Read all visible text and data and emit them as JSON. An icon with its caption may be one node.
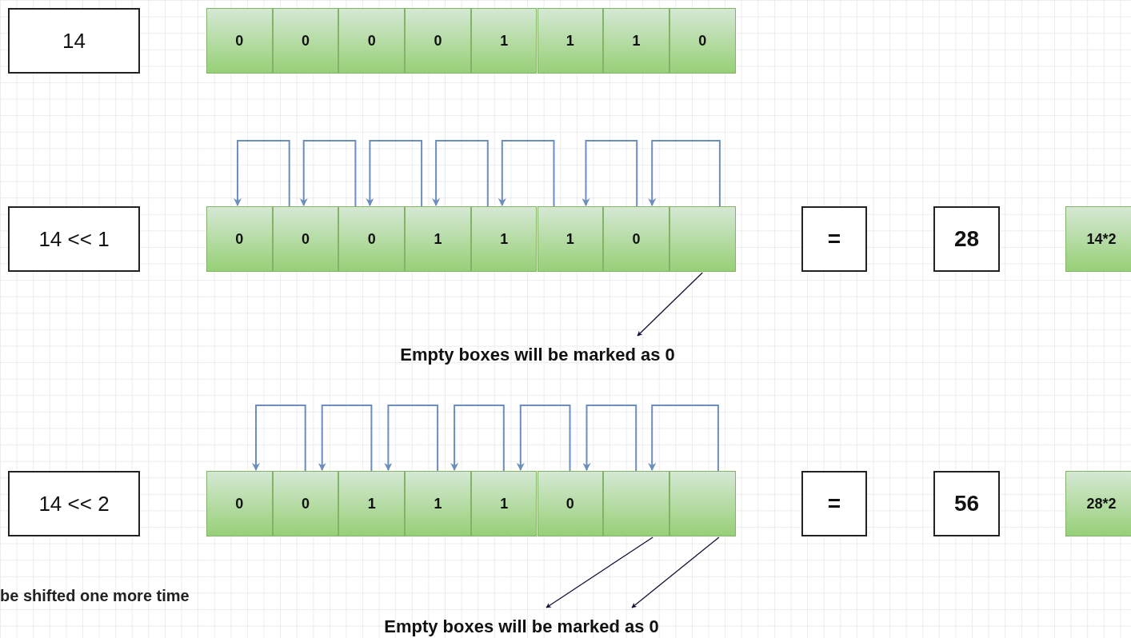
{
  "diagram": {
    "nodes": [
      {
        "text": [
          "14"
        ]
      },
      {
        "text": [
          "0"
        ]
      },
      {
        "text": [
          "0"
        ]
      },
      {
        "text": [
          "0"
        ]
      },
      {
        "text": [
          "0"
        ]
      },
      {
        "text": [
          "1"
        ]
      },
      {
        "text": [
          "1"
        ]
      },
      {
        "text": [
          "1"
        ]
      },
      {
        "text": [
          "0"
        ]
      },
      {
        "text": [
          "14 << 1"
        ]
      },
      {
        "text": [
          "0"
        ]
      },
      {
        "text": [
          "0"
        ]
      },
      {
        "text": [
          "0"
        ]
      },
      {
        "text": [
          "1"
        ]
      },
      {
        "text": [
          "1"
        ]
      },
      {
        "text": [
          "1"
        ]
      },
      {
        "text": [
          "0"
        ]
      },
      {
        "text": [],
        "shape": "box"
      },
      {
        "text": [
          "="
        ]
      },
      {
        "text": [
          "28"
        ]
      },
      {
        "text": [
          "14*2"
        ]
      },
      {
        "text": [
          "14 << 2"
        ]
      },
      {
        "text": [
          "0"
        ]
      },
      {
        "text": [
          "0"
        ]
      },
      {
        "text": [
          "1"
        ]
      },
      {
        "text": [
          "1"
        ]
      },
      {
        "text": [
          "1"
        ]
      },
      {
        "text": [
          "0"
        ]
      },
      {
        "text": [],
        "shape": "box"
      },
      {
        "text": [],
        "shape": "box"
      },
      {
        "text": [
          "="
        ]
      },
      {
        "text": [
          "56"
        ]
      },
      {
        "text": [
          "28*2"
        ]
      },
      {
        "text": [
          "Empty boxes will be marked as 0"
        ]
      },
      {
        "text": [
          "Empty boxes will be marked as 0"
        ]
      }
    ],
    "edges": [
      {
        "from": 11,
        "to": 10,
        "arrow": "to",
        "color": "#6c8ebf"
      },
      {
        "from": 12,
        "to": 11,
        "arrow": "to",
        "color": "#6c8ebf"
      },
      {
        "from": 13,
        "to": 12,
        "arrow": "to",
        "color": "#6c8ebf"
      },
      {
        "from": 14,
        "to": 13,
        "arrow": "to",
        "color": "#6c8ebf"
      },
      {
        "from": 15,
        "to": 14,
        "arrow": "to",
        "color": "#6c8ebf"
      },
      {
        "from": 16,
        "to": 15,
        "arrow": "to",
        "color": "#6c8ebf"
      },
      {
        "from": 17,
        "to": 16,
        "arrow": "to",
        "color": "#6c8ebf"
      },
      {
        "from": 17,
        "to": 33,
        "arrow": "to",
        "color": "#111133"
      },
      {
        "from": 23,
        "to": 22,
        "arrow": "to",
        "color": "#6c8ebf"
      },
      {
        "from": 24,
        "to": 23,
        "arrow": "to",
        "color": "#6c8ebf"
      },
      {
        "from": 25,
        "to": 24,
        "arrow": "to",
        "color": "#6c8ebf"
      },
      {
        "from": 26,
        "to": 25,
        "arrow": "to",
        "color": "#6c8ebf"
      },
      {
        "from": 27,
        "to": 26,
        "arrow": "to",
        "color": "#6c8ebf"
      },
      {
        "from": 28,
        "to": 27,
        "arrow": "to",
        "color": "#6c8ebf"
      },
      {
        "from": 29,
        "to": 28,
        "arrow": "to",
        "color": "#6c8ebf"
      },
      {
        "from": 28,
        "to": 34,
        "arrow": "to",
        "color": "#111133"
      },
      {
        "from": 29,
        "to": 34,
        "arrow": "to",
        "color": "#111133"
      }
    ],
    "labels": [
      "be shifted one more time"
    ]
  }
}
